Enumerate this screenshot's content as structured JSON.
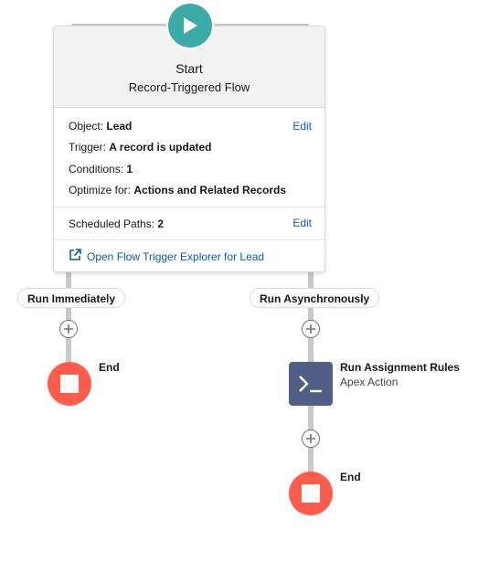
{
  "start": {
    "title": "Start",
    "subtitle": "Record-Triggered Flow",
    "object_label": "Object:",
    "object_value": "Lead",
    "trigger_label": "Trigger:",
    "trigger_value": "A record is updated",
    "conditions_label": "Conditions:",
    "conditions_value": "1",
    "optimize_label": "Optimize for:",
    "optimize_value": "Actions and Related Records",
    "edit_label": "Edit",
    "scheduled_label": "Scheduled Paths:",
    "scheduled_value": "2",
    "scheduled_edit_label": "Edit",
    "explorer_link": "Open Flow Trigger Explorer for Lead"
  },
  "paths": {
    "left_label": "Run Immediately",
    "right_label": "Run Asynchronously"
  },
  "nodes": {
    "end_left_label": "End",
    "apex_title": "Run Assignment Rules",
    "apex_subtitle": "Apex Action",
    "end_right_label": "End"
  },
  "colors": {
    "start_icon": "#3aaba6",
    "end_node": "#fe5c4c",
    "apex_node": "#4f5f85",
    "link": "#0b5cab",
    "connector": "#c9c9c9"
  }
}
